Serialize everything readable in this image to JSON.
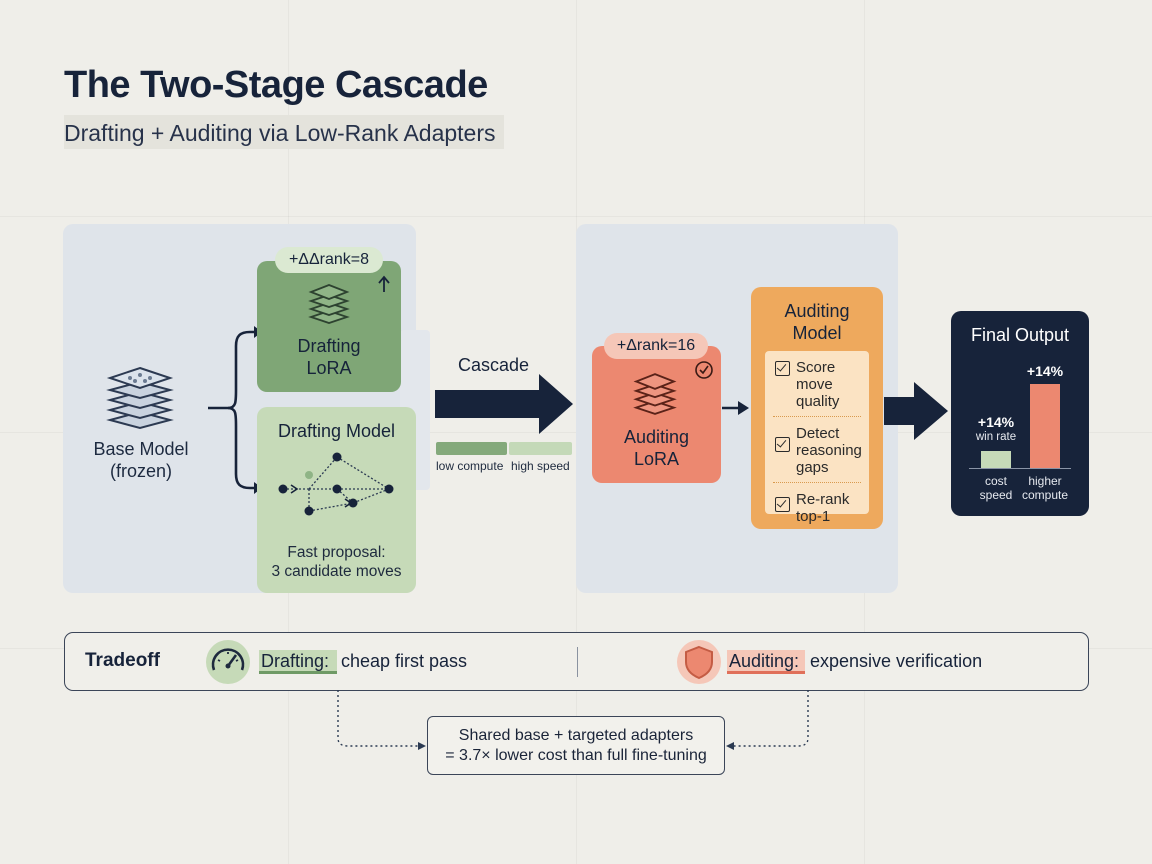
{
  "header": {
    "title": "The Two-Stage Cascade",
    "subtitle": "Drafting + Auditing via Low-Rank Adapters"
  },
  "base_model": {
    "line1": "Base Model",
    "line2": "(frozen)"
  },
  "drafting_lora": {
    "badge": "+ΔΔrank=8",
    "line1": "Drafting",
    "line2": "LoRA"
  },
  "drafting_model": {
    "title": "Drafting Model",
    "caption_line1": "Fast proposal:",
    "caption_line2": "3 candidate moves"
  },
  "cascade": {
    "label": "Cascade",
    "low_label": "low compute",
    "high_label": "high speed"
  },
  "auditing_lora": {
    "badge": "+Δrank=16",
    "line1": "Auditing",
    "line2": "LoRA"
  },
  "auditing_model": {
    "title_line1": "Auditing",
    "title_line2": "Model",
    "checks": [
      {
        "line1": "Score",
        "line2": "move quality"
      },
      {
        "line1": "Detect",
        "line2": "reasoning",
        "line3": "gaps"
      },
      {
        "line1": "Re-rank",
        "line2": "top-1"
      }
    ]
  },
  "final_output": {
    "title": "Final Output",
    "bar_left": {
      "value_label": "+14%",
      "sub_label": "win rate",
      "axis_line1": "cost",
      "axis_line2": "speed"
    },
    "bar_right": {
      "value_label": "+14%",
      "axis_line1": "higher",
      "axis_line2": "compute"
    }
  },
  "tradeoff": {
    "label": "Tradeoff",
    "drafting_key": "Drafting:",
    "drafting_text": "cheap first pass",
    "auditing_key": "Auditing:",
    "auditing_text": "expensive verification"
  },
  "callout": {
    "line1": "Shared base + targeted adapters",
    "line2": "= 3.7× lower cost than full fine-tuning"
  },
  "colors": {
    "navy": "#17233a",
    "drafting_green": "#7fa676",
    "drafting_light": "#c6dab8",
    "auditing_red": "#ec8870",
    "auditing_orange": "#eea95d",
    "panel": "#dfe4ea"
  },
  "icons": [
    "layers-icon",
    "up-arrow-icon",
    "check-circle-icon",
    "speedometer-icon",
    "shield-icon"
  ]
}
